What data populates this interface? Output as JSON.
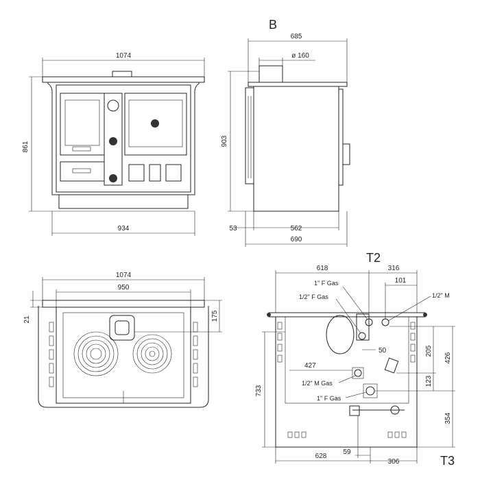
{
  "view_labels": {
    "side": "B",
    "rear_top": "T2",
    "rear_bottom": "T3"
  },
  "front_view": {
    "width": "1074",
    "height": "861",
    "base_width": "934"
  },
  "side_view": {
    "depth": "685",
    "flue_diameter": "ø 160",
    "height": "903",
    "offset_left": "53",
    "body_depth": "562",
    "total_depth": "690"
  },
  "top_view": {
    "width": "1074",
    "inner_width": "950",
    "left_edge": "21",
    "right_edge": "175"
  },
  "rear_view": {
    "dim_618": "618",
    "dim_316": "316",
    "dim_101": "101",
    "dim_50": "50",
    "dim_427": "427",
    "dim_205": "205",
    "dim_426": "426",
    "dim_123": "123",
    "dim_733": "733",
    "dim_354": "354",
    "dim_628": "628",
    "dim_59": "59",
    "dim_306": "306",
    "label_1f_gas_top": "1\" F Gas",
    "label_half_f_gas": "1/2\" F Gas",
    "label_half_m": "1/2\" M",
    "label_half_m_gas": "1/2\" M Gas",
    "label_1f_gas_bottom": "1\" F Gas"
  }
}
